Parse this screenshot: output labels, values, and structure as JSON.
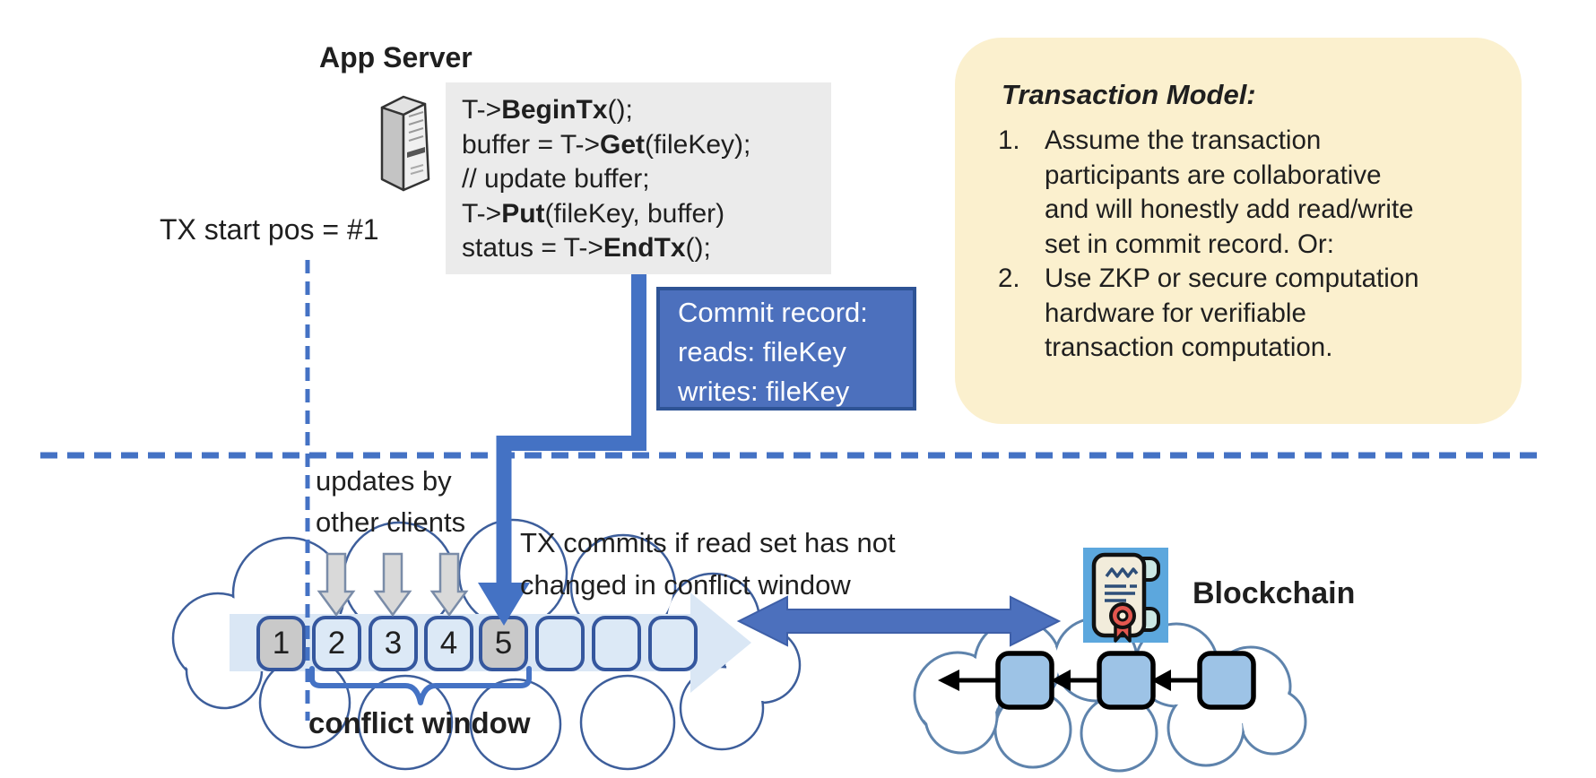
{
  "app_server": {
    "label": "App Server"
  },
  "code": {
    "lines": [
      [
        [
          "T->",
          false
        ],
        [
          "BeginTx",
          true
        ],
        [
          "();",
          false
        ]
      ],
      [
        [
          "buffer = T->",
          false
        ],
        [
          "Get",
          true
        ],
        [
          "(fileKey);",
          false
        ]
      ],
      [
        [
          "// update buffer;",
          false
        ]
      ],
      [
        [
          "T->",
          false
        ],
        [
          "Put",
          true
        ],
        [
          "(fileKey, buffer)",
          false
        ]
      ],
      [
        [
          "status = T->",
          false
        ],
        [
          "EndTx",
          true
        ],
        [
          "();",
          false
        ]
      ]
    ]
  },
  "tx_start": {
    "label": "TX start pos = #1"
  },
  "commit_record": {
    "text": "Commit record:\nreads: fileKey\nwrites: fileKey"
  },
  "transaction_model": {
    "title": "Transaction Model:",
    "items": [
      {
        "num": "1.",
        "text": "Assume the transaction\nparticipants are collaborative\nand will honestly add read/write\nset in commit record.  Or:"
      },
      {
        "num": "2.",
        "text": "Use ZKP or secure computation\nhardware for verifiable\ntransaction computation."
      }
    ]
  },
  "timeline": {
    "updates_label": "updates by\nother clients",
    "commit_note": "TX commits if read set has not\nchanged in conflict window",
    "window_label": "conflict window",
    "blocks": [
      {
        "label": "1",
        "shaded": true
      },
      {
        "label": "2",
        "shaded": false
      },
      {
        "label": "3",
        "shaded": false
      },
      {
        "label": "4",
        "shaded": false
      },
      {
        "label": "5",
        "shaded": true
      },
      {
        "label": "",
        "shaded": false
      },
      {
        "label": "",
        "shaded": false
      },
      {
        "label": "",
        "shaded": false
      }
    ]
  },
  "blockchain": {
    "label": "Blockchain",
    "chain_block_count": 3
  },
  "icons": [
    "server-icon",
    "certificate-icon"
  ],
  "colors": {
    "accent": "#4472C4",
    "commit-fill": "#4C70BD",
    "commit-border": "#2E5395",
    "note-bg": "#FBF0CE",
    "code-bg": "#EBEBEB",
    "block-fill": "#DCE9F6",
    "block-shaded": "#C9C9C9",
    "block-border": "#35579E",
    "band-fill": "#DAE7F5",
    "cloud-left": "#3D5E9B",
    "cloud-right": "#5E83AC",
    "chain-fill": "#9DC3E6"
  }
}
